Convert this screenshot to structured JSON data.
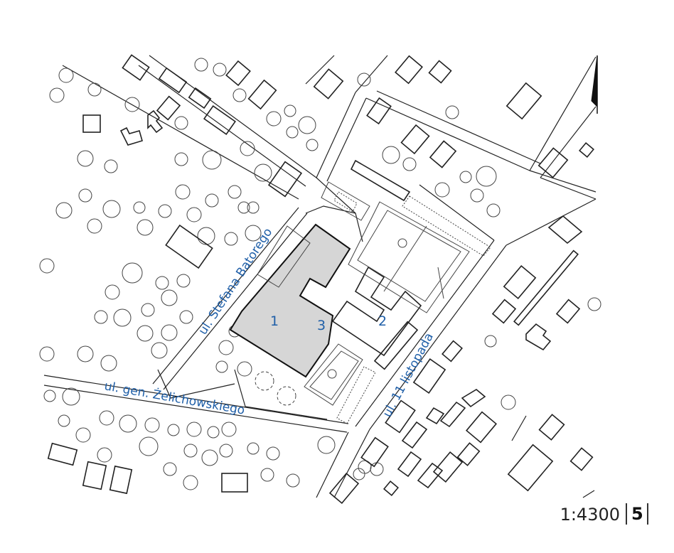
{
  "labels": {
    "street_batorego": "ul. Stefana Batorego",
    "street_zelichowskiego": "ul. gen. Żelichowskiego",
    "street_listopada": "ul. 11 listopada",
    "building_1": "1",
    "building_2": "2",
    "building_3": "3"
  },
  "footer": {
    "scale": "1:4300",
    "page_number": "5"
  },
  "colors": {
    "label": "#1f5fa8",
    "line": "#222222",
    "highlight": "#d6d6d6"
  }
}
